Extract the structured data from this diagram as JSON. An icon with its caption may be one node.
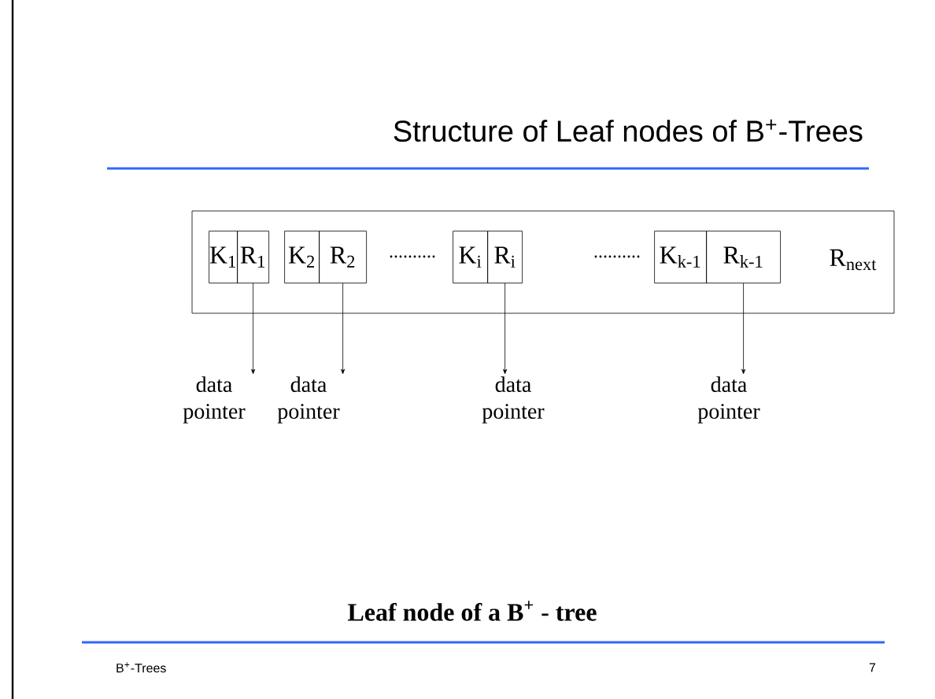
{
  "diagram": {
    "title": "Structure of Leaf nodes of B$^{+}$-Trees",
    "caption": "Leaf node of a B$^{+}$ - tree",
    "nodes": [
      {
        "text": [],
        "shape": "box"
      },
      {
        "text": [
          "K$_{1}$"
        ],
        "in": 0
      },
      {
        "text": [
          "R$_{1}$"
        ],
        "in": 0
      },
      {
        "text": [
          "K$_{2}$"
        ],
        "in": 0
      },
      {
        "text": [
          "R$_{2}$"
        ],
        "in": 0
      },
      {
        "text": [
          "K$_{i}$"
        ],
        "in": 0
      },
      {
        "text": [
          "R$_{i}$"
        ],
        "in": 0
      },
      {
        "text": [
          "K$_{k-1}$"
        ],
        "in": 0
      },
      {
        "text": [
          "R$_{k-1}$"
        ],
        "in": 0
      },
      {
        "text": [
          "data pointer"
        ]
      },
      {
        "text": [
          "data pointer"
        ]
      },
      {
        "text": [
          "data pointer"
        ]
      },
      {
        "text": [
          "data pointer"
        ]
      }
    ],
    "edges": [
      {
        "from": 2,
        "to": 9,
        "arrow": "to"
      },
      {
        "from": 4,
        "to": 10,
        "arrow": "to"
      },
      {
        "from": 6,
        "to": 11,
        "arrow": "to"
      },
      {
        "from": 8,
        "to": 12,
        "arrow": "to"
      }
    ],
    "labels": [
      "..........",
      "..........",
      "R$_{next}$",
      "B$^{+}$-Trees",
      "7"
    ]
  }
}
